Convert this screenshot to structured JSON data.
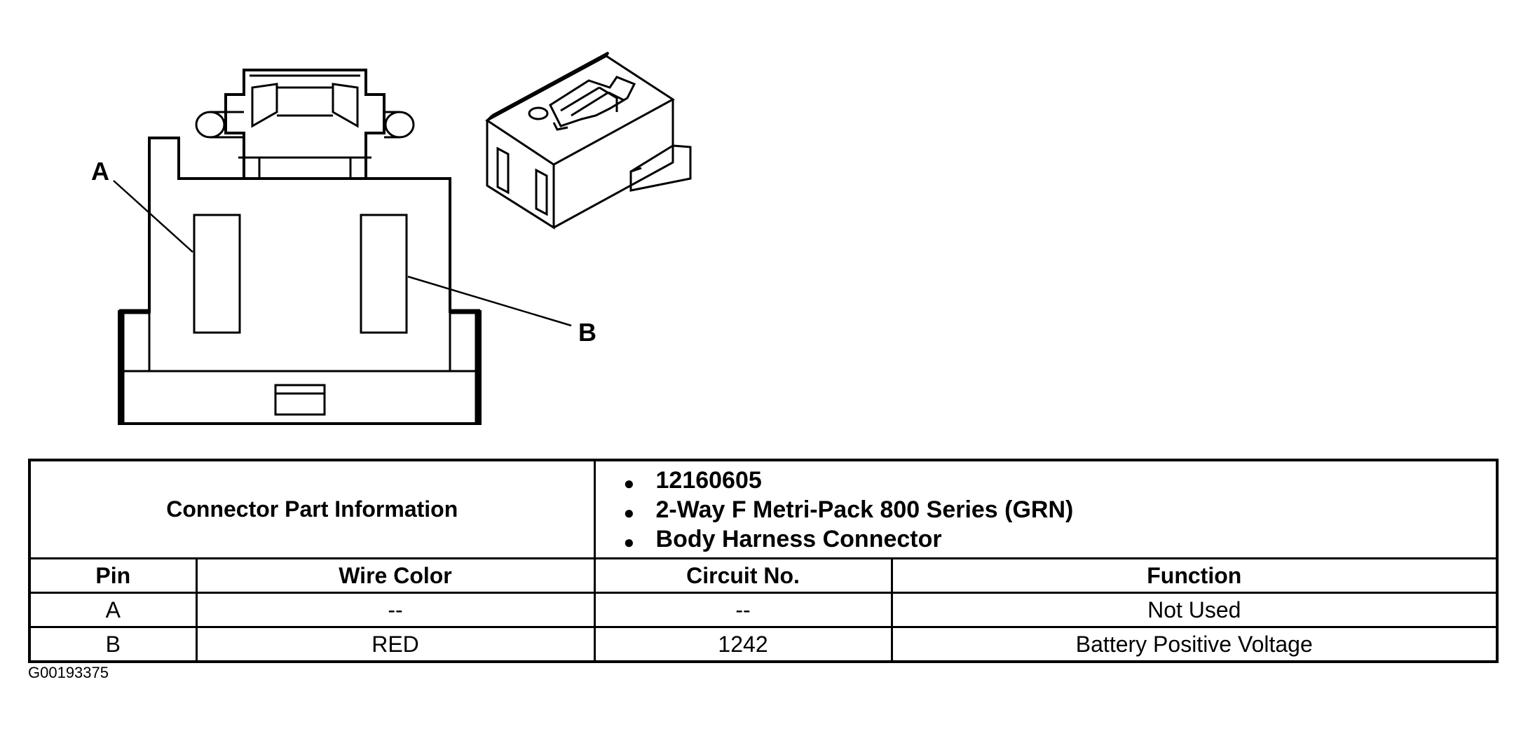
{
  "diagram": {
    "pin_labels": [
      "A",
      "B"
    ]
  },
  "table": {
    "info_label": "Connector Part Information",
    "info_items": [
      "12160605",
      "2-Way F Metri-Pack 800 Series (GRN)",
      "Body Harness Connector"
    ],
    "headers": {
      "pin": "Pin",
      "wire_color": "Wire Color",
      "circuit": "Circuit No.",
      "function": "Function"
    },
    "rows": [
      {
        "pin": "A",
        "wire_color": "--",
        "circuit": "--",
        "function": "Not Used"
      },
      {
        "pin": "B",
        "wire_color": "RED",
        "circuit": "1242",
        "function": "Battery Positive Voltage"
      }
    ]
  },
  "figure_id": "G00193375"
}
